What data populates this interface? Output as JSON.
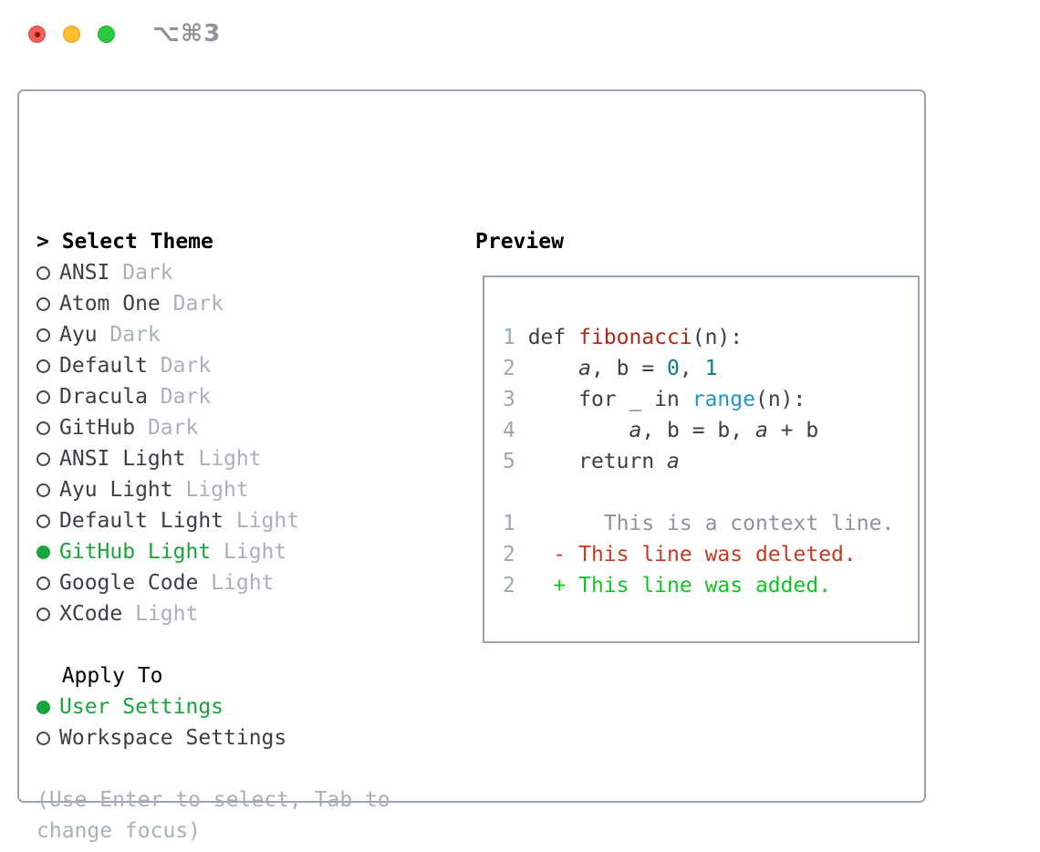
{
  "window": {
    "shortcut": "⌥⌘3"
  },
  "theme_list": {
    "header_prefix": ">",
    "header": "Select Theme",
    "items": [
      {
        "name": "ANSI",
        "variant": "Dark",
        "selected": false
      },
      {
        "name": "Atom One",
        "variant": "Dark",
        "selected": false
      },
      {
        "name": "Ayu",
        "variant": "Dark",
        "selected": false
      },
      {
        "name": "Default",
        "variant": "Dark",
        "selected": false
      },
      {
        "name": "Dracula",
        "variant": "Dark",
        "selected": false
      },
      {
        "name": "GitHub",
        "variant": "Dark",
        "selected": false
      },
      {
        "name": "ANSI Light",
        "variant": "Light",
        "selected": false
      },
      {
        "name": "Ayu Light",
        "variant": "Light",
        "selected": false
      },
      {
        "name": "Default Light",
        "variant": "Light",
        "selected": false
      },
      {
        "name": "GitHub Light",
        "variant": "Light",
        "selected": true
      },
      {
        "name": "Google Code",
        "variant": "Light",
        "selected": false
      },
      {
        "name": "XCode",
        "variant": "Light",
        "selected": false
      }
    ]
  },
  "apply_to": {
    "header": "Apply To",
    "options": [
      {
        "name": "User Settings",
        "selected": true
      },
      {
        "name": "Workspace Settings",
        "selected": false
      }
    ]
  },
  "help": {
    "line1": "(Use Enter to select, Tab to",
    "line2": "change focus)"
  },
  "preview": {
    "header": "Preview",
    "code": [
      [
        {
          "t": "1 "
        },
        {
          "t": "def "
        },
        {
          "t": "fibonacci"
        },
        {
          "t": "(n):"
        }
      ],
      [
        {
          "t": "2 "
        },
        {
          "t": "    "
        },
        {
          "t": "a"
        },
        {
          "t": ", b = "
        },
        {
          "t": "0"
        },
        {
          "t": ", "
        },
        {
          "t": "1"
        }
      ],
      [
        {
          "t": "3 "
        },
        {
          "t": "    for _ in "
        },
        {
          "t": "range"
        },
        {
          "t": "(n):"
        }
      ],
      [
        {
          "t": "4 "
        },
        {
          "t": "        "
        },
        {
          "t": "a"
        },
        {
          "t": ", b = b, "
        },
        {
          "t": "a"
        },
        {
          "t": " + b"
        }
      ],
      [
        {
          "t": "5 "
        },
        {
          "t": "    return "
        },
        {
          "t": "a"
        }
      ],
      [],
      [
        {
          "t": "1 "
        },
        {
          "t": "      This is a context line."
        }
      ],
      [
        {
          "t": "2 "
        },
        {
          "t": "  - This line was deleted."
        }
      ],
      [
        {
          "t": "2 "
        },
        {
          "t": "  + This line was added."
        }
      ]
    ]
  },
  "colors": {
    "accent_green": "#17a53c",
    "diff_added": "#12c226",
    "diff_removed": "#c63a23",
    "diff_context": "#8d949d",
    "syntax_function": "#ab2a1d",
    "syntax_number": "#0b7d84",
    "syntax_call": "#2094cd",
    "line_number": "#9ca7b4",
    "text_dark": "#3a4046",
    "text_muted": "#a9b0bb",
    "border_gray": "#9aa3ae",
    "traffic_red": "#f25f58",
    "traffic_yellow": "#fcbd30",
    "traffic_green": "#2bc840"
  }
}
